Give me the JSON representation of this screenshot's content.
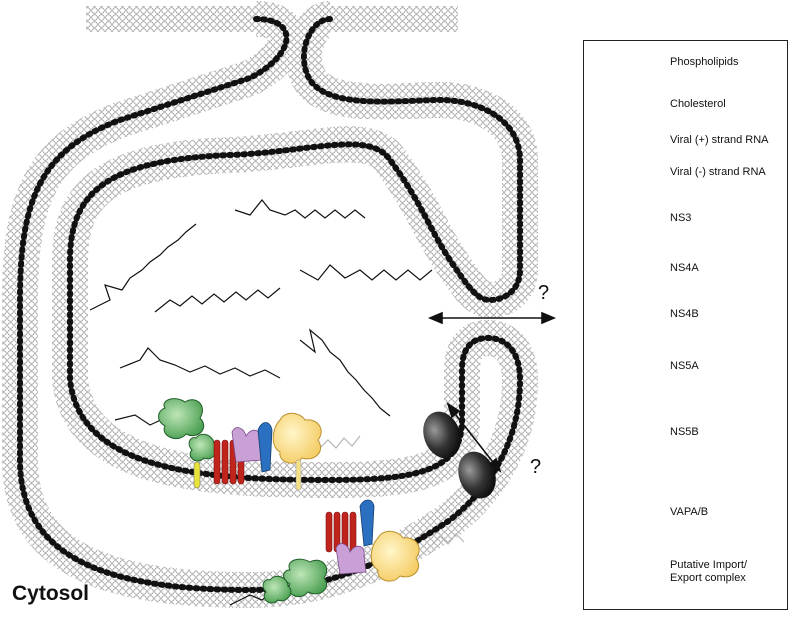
{
  "diagram": {
    "location_label": "Cytosol",
    "question_marks": [
      "?",
      "?"
    ]
  },
  "legend": {
    "items": [
      {
        "id": "phospholipids",
        "label": "Phospholipids",
        "icon": "phospholipid-bilayer-icon"
      },
      {
        "id": "cholesterol",
        "label": "Cholesterol",
        "icon": "cholesterol-icon"
      },
      {
        "id": "plus-rna",
        "label": "Viral (+) strand RNA",
        "icon": "plus-strand-rna-icon"
      },
      {
        "id": "minus-rna",
        "label": "Viral (-) strand RNA",
        "icon": "minus-strand-rna-icon"
      },
      {
        "id": "ns3",
        "label": "NS3",
        "icon": "ns3-protein-icon"
      },
      {
        "id": "ns4a",
        "label": "NS4A",
        "icon": "ns4a-protein-icon"
      },
      {
        "id": "ns4b",
        "label": "NS4B",
        "icon": "ns4b-protein-icon"
      },
      {
        "id": "ns5a",
        "label": "NS5A",
        "icon": "ns5a-protein-icon"
      },
      {
        "id": "ns5b",
        "label": "NS5B",
        "icon": "ns5b-protein-icon"
      },
      {
        "id": "vapab",
        "label": "VAPA/B",
        "icon": "vapab-protein-icon"
      },
      {
        "id": "complex",
        "label": "Putative Import/",
        "label2": "Export complex",
        "icon": "import-export-complex-icon"
      }
    ]
  },
  "colors": {
    "membrane_outline": "#9a9a9a",
    "cholesterol": "#111111",
    "ns3": "#2f8f3a",
    "ns4a": "#e8e23a",
    "ns4b": "#c0241c",
    "ns5a": "#c9a0d6",
    "ns5b": "#f6cf6a",
    "vapab": "#2a6fc0",
    "complex": "#111111"
  }
}
